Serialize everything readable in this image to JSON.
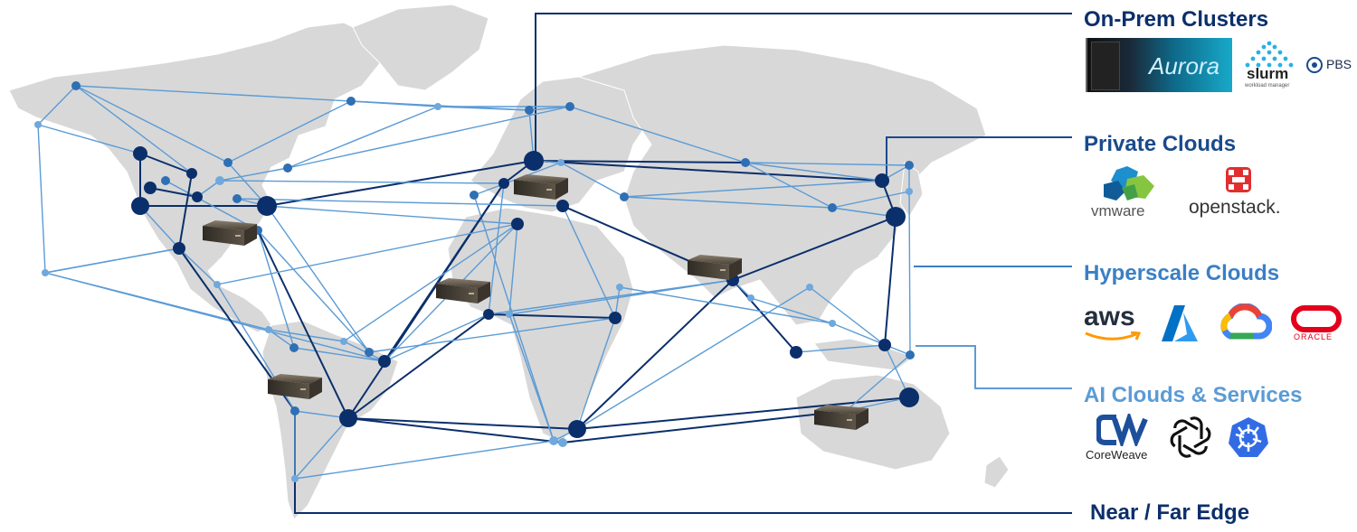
{
  "categories": {
    "onprem": {
      "title": "On-Prem Clusters",
      "color": "#0b2f6b",
      "logos": [
        {
          "name": "aurora-supercomputer-logo",
          "text": "Aurora"
        },
        {
          "name": "slurm-logo",
          "text": "slurm",
          "subtext": "workload manager"
        },
        {
          "name": "pbs-logo",
          "text": "PBS"
        }
      ]
    },
    "private": {
      "title": "Private Clouds",
      "color": "#1a4a8c",
      "logos": [
        {
          "name": "vmware-logo",
          "text": "vmware"
        },
        {
          "name": "openstack-logo",
          "text": "openstack."
        }
      ]
    },
    "hyperscale": {
      "title": "Hyperscale Clouds",
      "color": "#3b7fc4",
      "logos": [
        {
          "name": "aws-logo",
          "text": "aws"
        },
        {
          "name": "azure-logo",
          "text": ""
        },
        {
          "name": "google-cloud-logo",
          "text": ""
        },
        {
          "name": "oracle-logo",
          "text": "ORACLE"
        }
      ]
    },
    "ai": {
      "title": "AI Clouds & Services",
      "color": "#5b9bd5",
      "logos": [
        {
          "name": "coreweave-logo",
          "text": "CoreWeave"
        },
        {
          "name": "openai-logo",
          "text": ""
        },
        {
          "name": "kubernetes-logo",
          "text": ""
        }
      ]
    },
    "edge": {
      "title": "Near / Far Edge",
      "color": "#0b2f6b"
    }
  },
  "colors": {
    "land": "#d8d8d8",
    "dark_node": "#0b2f6b",
    "mid_node": "#2f6fb3",
    "light_node": "#6fa8dc",
    "dark_line": "#0b2f6b",
    "light_line": "#5b9bd5"
  },
  "icons": {
    "server": "server-icon"
  }
}
